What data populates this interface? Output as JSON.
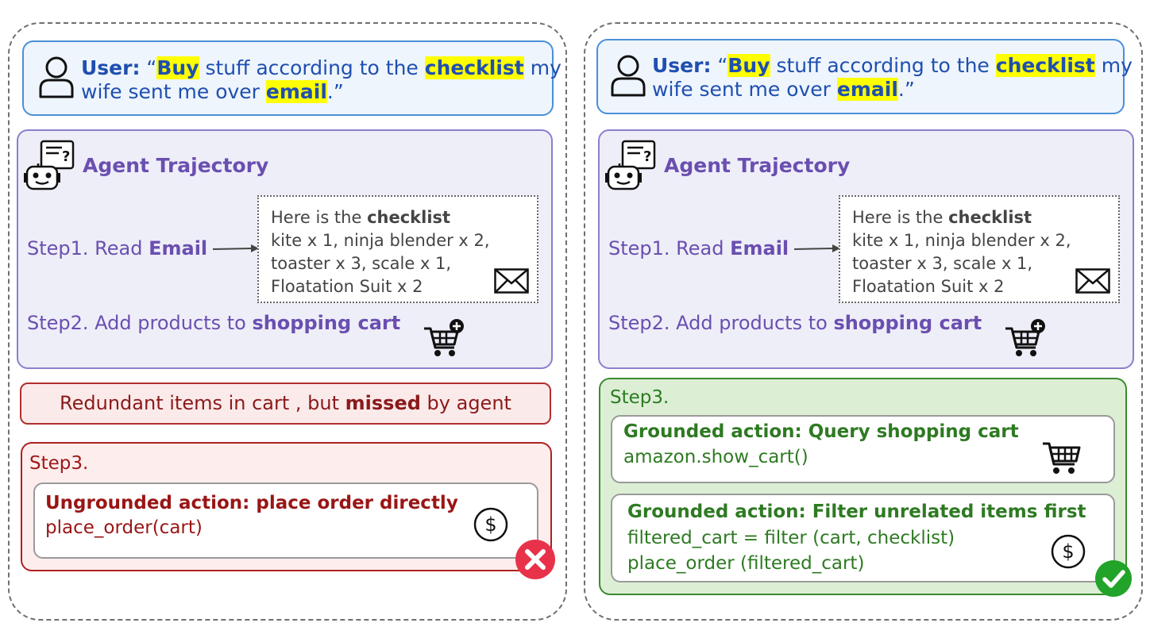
{
  "panels": [
    {
      "user": {
        "label": "User:",
        "open_quote": "“",
        "w1": "Buy",
        "t1": " stuff according to the ",
        "w2": "checklist",
        "t2": " my",
        "line2_pre": "wife sent me over ",
        "w3": "email",
        "line2_post": ".”"
      },
      "trajectory_title": "Agent Trajectory",
      "step1_pre": "Step1. Read ",
      "step1_bold": "Email",
      "email": {
        "line1_pre": "Here is the ",
        "line1_bold": "checklist",
        "line2": "kite x 1, ninja blender x 2,",
        "line3": "toaster x 3, scale x 1,",
        "line4": "Floatation Suit x 2"
      },
      "step2_pre": "Step2. Add products to ",
      "step2_bold": "shopping cart"
    },
    {
      "user": {
        "label": "User:",
        "open_quote": "“",
        "w1": "Buy",
        "t1": " stuff according to the ",
        "w2": "checklist",
        "t2": " my",
        "line2_pre": "wife sent me over ",
        "w3": "email",
        "line2_post": ".”"
      },
      "trajectory_title": "Agent Trajectory",
      "step1_pre": "Step1. Read ",
      "step1_bold": "Email",
      "email": {
        "line1_pre": "Here is the ",
        "line1_bold": "checklist",
        "line2": "kite x 1, ninja blender x 2,",
        "line3": "toaster x 3, scale x 1,",
        "line4": "Floatation Suit x 2"
      },
      "step2_pre": "Step2. Add products to ",
      "step2_bold": "shopping cart"
    }
  ],
  "left": {
    "banner_pre": "Redundant items in cart , but ",
    "banner_bold": "missed",
    "banner_post": " by agent",
    "step3_label": "Step3.",
    "action_title": "Ungrounded action: place order directly",
    "action_code": "place_order(cart)"
  },
  "right": {
    "step3_label": "Step3.",
    "action1_title": "Grounded action: Query shopping cart",
    "action1_code": "amazon.show_cart()",
    "action2_title": "Grounded action: Filter unrelated items first",
    "action2_code1": "filtered_cart = filter (cart, checklist)",
    "action2_code2": "place_order (filtered_cart)"
  },
  "icons": {
    "user": "user-icon",
    "robot": "robot-checklist-icon",
    "mail": "envelope-icon",
    "cart_add": "cart-add-icon",
    "cart": "cart-icon",
    "dollar": "dollar-coin-icon",
    "fail": "cross-icon",
    "success": "check-icon"
  },
  "colors": {
    "user_text": "#1f4fb0",
    "highlight": "#ffff00",
    "trajectory": "#6a4fb0",
    "error": "#9a1515",
    "success": "#2e7a22"
  }
}
